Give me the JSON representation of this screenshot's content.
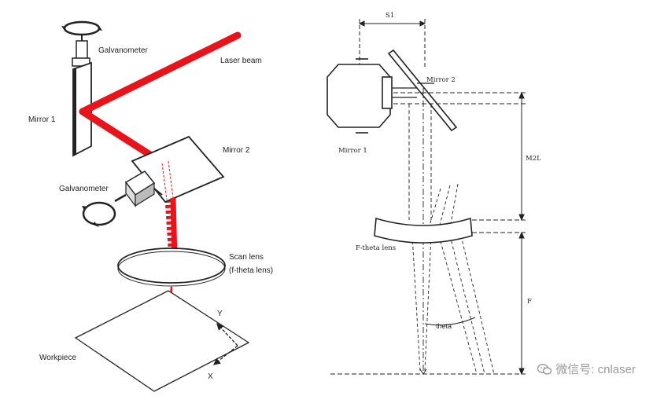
{
  "left": {
    "galvanometer_top": "Galvanometer",
    "laser_beam": "Laser beam",
    "mirror_1": "Mirror 1",
    "mirror_2": "Mirror 2",
    "galvanometer_bottom": "Galvanometer",
    "scan_lens_1": "Scan lens",
    "scan_lens_2": "(f-theta lens)",
    "workpiece": "Workpiece",
    "axis_y": "Y",
    "axis_x": "X"
  },
  "right": {
    "s1": "S1",
    "mirror_2": "Mirror 2",
    "mirror_1": "Mirror 1",
    "m2l": "M2L",
    "f_theta_lens": "F-theta lens",
    "theta": "theta",
    "f": "F"
  },
  "watermark": {
    "text": "微信号: cnlaser"
  },
  "colors": {
    "beam": "#e8141b",
    "line": "#222222",
    "watermark": "#9a9a9a"
  }
}
